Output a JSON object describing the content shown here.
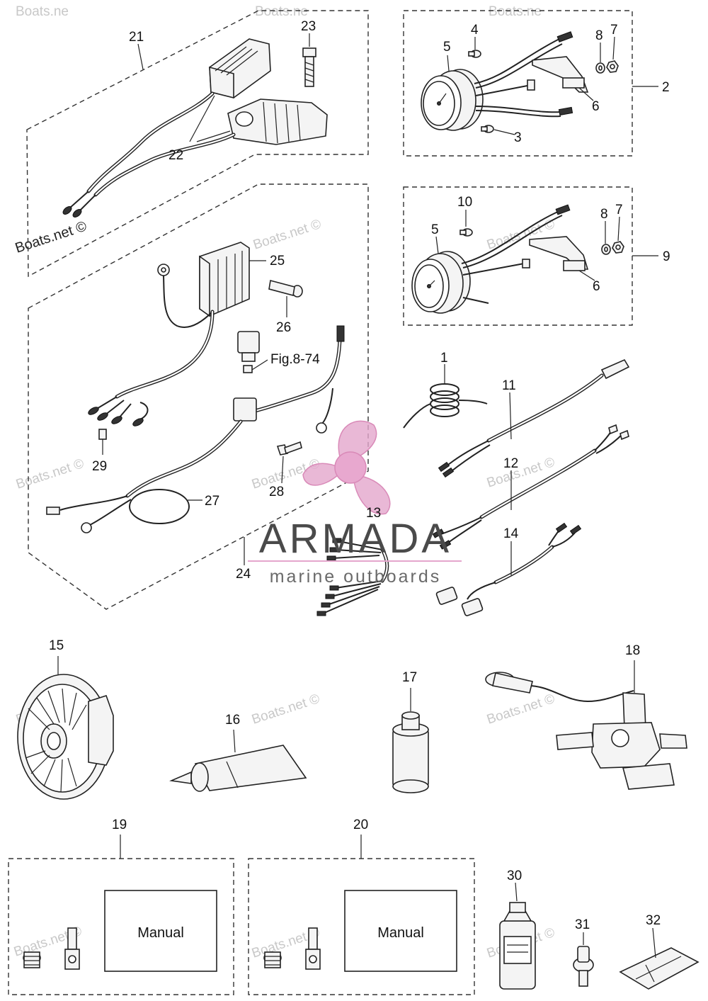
{
  "watermark": {
    "text": "Boats.net ©",
    "short_text": "Boats.ne"
  },
  "brand": {
    "name": "ARMADA",
    "tagline": "marine outboards",
    "accent_color": "#e4a6cc"
  },
  "callouts": {
    "p1": "1",
    "p2": "2",
    "p3": "3",
    "p4": "4",
    "p5": "5",
    "p6": "6",
    "p7": "7",
    "p8": "8",
    "p9": "9",
    "p10": "10",
    "p11": "11",
    "p12": "12",
    "p13": "13",
    "p14": "14",
    "p15": "15",
    "p16": "16",
    "p17": "17",
    "p18": "18",
    "p19": "19",
    "p20": "20",
    "p21": "21",
    "p22": "22",
    "p23": "23",
    "p24": "24",
    "p25": "25",
    "p26": "26",
    "p27": "27",
    "p28": "28",
    "p29": "29",
    "p30": "30",
    "p31": "31",
    "p32": "32"
  },
  "figure_reference": "Fig.8-74",
  "manual_label": "Manual"
}
